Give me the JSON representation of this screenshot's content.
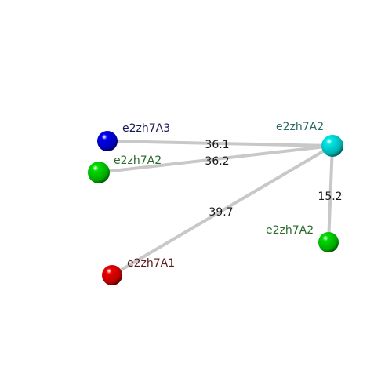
{
  "nodes": [
    {
      "id": "n_a3",
      "label": "e2zh7A3",
      "color": "#0000ee",
      "label_color": "#1a1a5a"
    },
    {
      "id": "n_a2g",
      "label": "e2zh7A2",
      "color": "#00dd00",
      "label_color": "#2a6a2a"
    },
    {
      "id": "n_cy",
      "label": "e2zh7A2",
      "color": "#00e8e8",
      "label_color": "#2a6a6a"
    },
    {
      "id": "n_a1",
      "label": "e2zh7A1",
      "color": "#ee0000",
      "label_color": "#5a1a1a"
    },
    {
      "id": "n_a2b",
      "label": "e2zh7A2",
      "color": "#00dd00",
      "label_color": "#2a6a2a"
    }
  ],
  "edges": [
    {
      "from": "n_a3",
      "to": "n_cy",
      "label": "36.1"
    },
    {
      "from": "n_a2g",
      "to": "n_cy",
      "label": "36.2"
    },
    {
      "from": "n_a1",
      "to": "n_cy",
      "label": "39.7"
    },
    {
      "from": "n_a2b",
      "to": "n_cy",
      "label": "15.2"
    }
  ]
}
